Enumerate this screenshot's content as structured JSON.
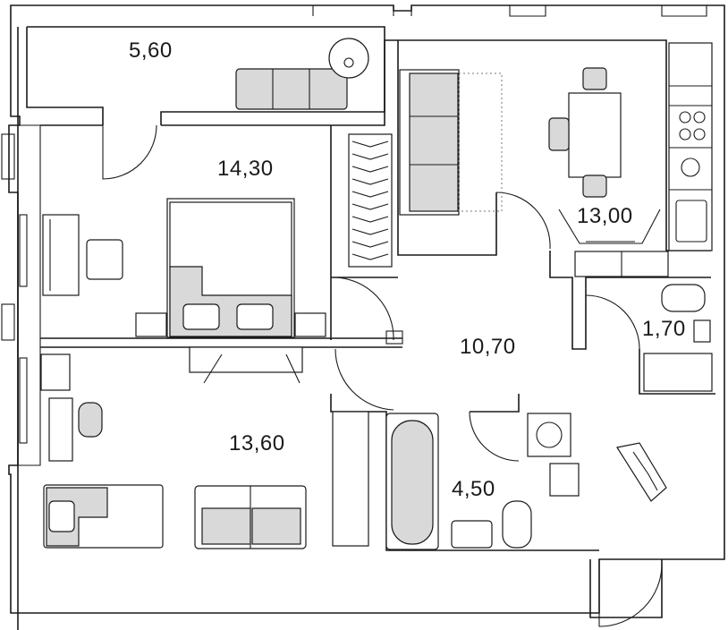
{
  "plan": {
    "rooms": [
      {
        "id": "balcony",
        "area": "5,60"
      },
      {
        "id": "bedroom",
        "area": "14,30"
      },
      {
        "id": "kitchen-living",
        "area": "13,00"
      },
      {
        "id": "wc",
        "area": "1,70"
      },
      {
        "id": "hall",
        "area": "10,70"
      },
      {
        "id": "children-room",
        "area": "13,60"
      },
      {
        "id": "bathroom",
        "area": "4,50"
      }
    ]
  },
  "colors": {
    "wall": "#1a1a1a",
    "furniture_fill": "#d9d9d9",
    "background": "#ffffff"
  }
}
